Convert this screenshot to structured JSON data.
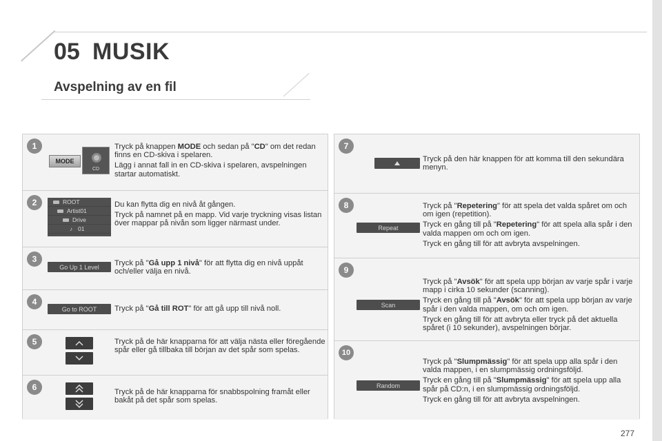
{
  "header": {
    "chapter_number": "05",
    "chapter_title": "MUSIK"
  },
  "section": {
    "title": "Avspelning av en fil"
  },
  "left_steps": [
    {
      "number": "1",
      "keys": {
        "mode": "MODE",
        "cd": "CD"
      },
      "paragraphs": [
        {
          "pre": "Tryck på knappen ",
          "bold": "MODE",
          "mid": " och sedan på \"",
          "bold2": "CD",
          "post": "\" om det redan finns en CD-skiva i spelaren."
        },
        {
          "text": "Lägg i annat fall in en CD-skiva i spelaren, avspelningen startar automatiskt."
        }
      ]
    },
    {
      "number": "2",
      "folders": [
        "ROOT",
        "Artist01",
        "Drive",
        "01"
      ],
      "paragraphs": [
        {
          "text": "Du kan flytta dig en nivå åt gången."
        },
        {
          "text": "Tryck på namnet på en mapp. Vid varje tryckning visas listan över mappar på nivån som ligger närmast under."
        }
      ]
    },
    {
      "number": "3",
      "button": "Go Up 1 Level",
      "paragraphs": [
        {
          "pre": "Tryck på \"",
          "bold": "Gå upp 1 nivå",
          "post": "\" för att flytta dig en nivå uppåt och/eller välja en nivå."
        }
      ]
    },
    {
      "number": "4",
      "button": "Go to ROOT",
      "paragraphs": [
        {
          "pre": "Tryck på \"",
          "bold": "Gå till ROT",
          "post": "\" för att gå upp till nivå noll."
        }
      ]
    },
    {
      "number": "5",
      "icons": [
        "chevron-up-icon",
        "chevron-down-icon"
      ],
      "paragraphs": [
        {
          "text": "Tryck på de här knapparna för att välja nästa eller föregående spår eller gå tillbaka till början av det spår som spelas."
        }
      ]
    },
    {
      "number": "6",
      "icons": [
        "double-chevron-up-icon",
        "double-chevron-down-icon"
      ],
      "paragraphs": [
        {
          "text": "Tryck på de här knapparna för snabbspolning framåt eller bakåt på det spår som spelas."
        }
      ]
    }
  ],
  "right_steps": [
    {
      "number": "7",
      "icon": "triangle-up-icon",
      "paragraphs": [
        {
          "text": "Tryck på den här knappen för att komma till den sekundära menyn."
        }
      ]
    },
    {
      "number": "8",
      "button": "Repeat",
      "paragraphs": [
        {
          "pre": "Tryck på \"",
          "bold": "Repetering",
          "post": "\" för att spela det valda spåret om och om igen (repetition)."
        },
        {
          "pre": "Tryck en gång till på \"",
          "bold": "Repetering",
          "post": "\" för att spela alla spår i den valda mappen om och om igen."
        },
        {
          "text": "Tryck en gång till för att avbryta avspelningen."
        }
      ]
    },
    {
      "number": "9",
      "button": "Scan",
      "paragraphs": [
        {
          "pre": "Tryck på \"",
          "bold": "Avsök",
          "post": "\" för att spela upp början av varje spår i varje mapp i cirka 10 sekunder (scanning)."
        },
        {
          "pre": "Tryck en gång till på \"",
          "bold": "Avsök",
          "post": "\" för att spela upp början av varje spår i den valda mappen, om och om igen."
        },
        {
          "text": "Tryck en gång till för att avbryta eller tryck på det aktuella spåret (i 10 sekunder), avspelningen börjar."
        }
      ]
    },
    {
      "number": "10",
      "button": "Random",
      "paragraphs": [
        {
          "pre": "Tryck på \"",
          "bold": "Slumpmässig",
          "post": "\" för att spela upp alla spår i den valda mappen, i en slumpmässig ordningsföljd."
        },
        {
          "pre": "Tryck en gång till på \"",
          "bold": "Slumpmässig",
          "post": "\" för att spela upp alla spår på CD:n, i en slumpmässig ordningsföljd."
        },
        {
          "text": "Tryck en gång till för att avbryta avspelningen."
        }
      ]
    }
  ],
  "footer": {
    "page_number": "277"
  }
}
